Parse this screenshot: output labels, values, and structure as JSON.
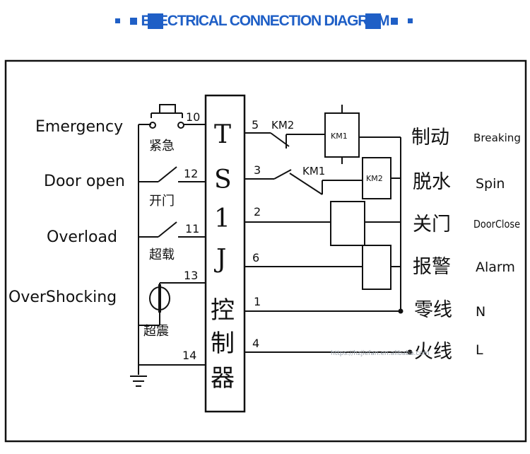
{
  "header": {
    "title": "ELECTRICAL CONNECTION DIAGRAM",
    "accent_color": "#1f5fc6"
  },
  "inputs": [
    {
      "label": "Emergency",
      "cn": "紧急",
      "terminal": "10"
    },
    {
      "label": "Door open",
      "cn": "开门",
      "terminal": "12"
    },
    {
      "label": "Overload",
      "cn": "超载",
      "terminal": "11"
    },
    {
      "label": "OverShocking",
      "cn": "超震",
      "terminal": "13"
    },
    {
      "terminal": "14"
    }
  ],
  "controller": {
    "model": [
      "T",
      "S",
      "1",
      "J"
    ],
    "cn": [
      "控",
      "制",
      "器"
    ]
  },
  "outputs": [
    {
      "terminal": "5",
      "contact": "KM2",
      "coil": "KM1",
      "cn": "制动",
      "en": "Breaking"
    },
    {
      "terminal": "3",
      "contact": "KM1",
      "coil": "KM2",
      "cn": "脱水",
      "en": "Spin"
    },
    {
      "terminal": "2",
      "cn": "关门",
      "en": "DoorClose"
    },
    {
      "terminal": "6",
      "cn": "报警",
      "en": "Alarm"
    },
    {
      "terminal": "1",
      "cn": "零线",
      "en": "N"
    },
    {
      "terminal": "4",
      "cn": "火线",
      "en": "L"
    }
  ],
  "watermark": "https://hzjiefan.en.alibaba.com"
}
